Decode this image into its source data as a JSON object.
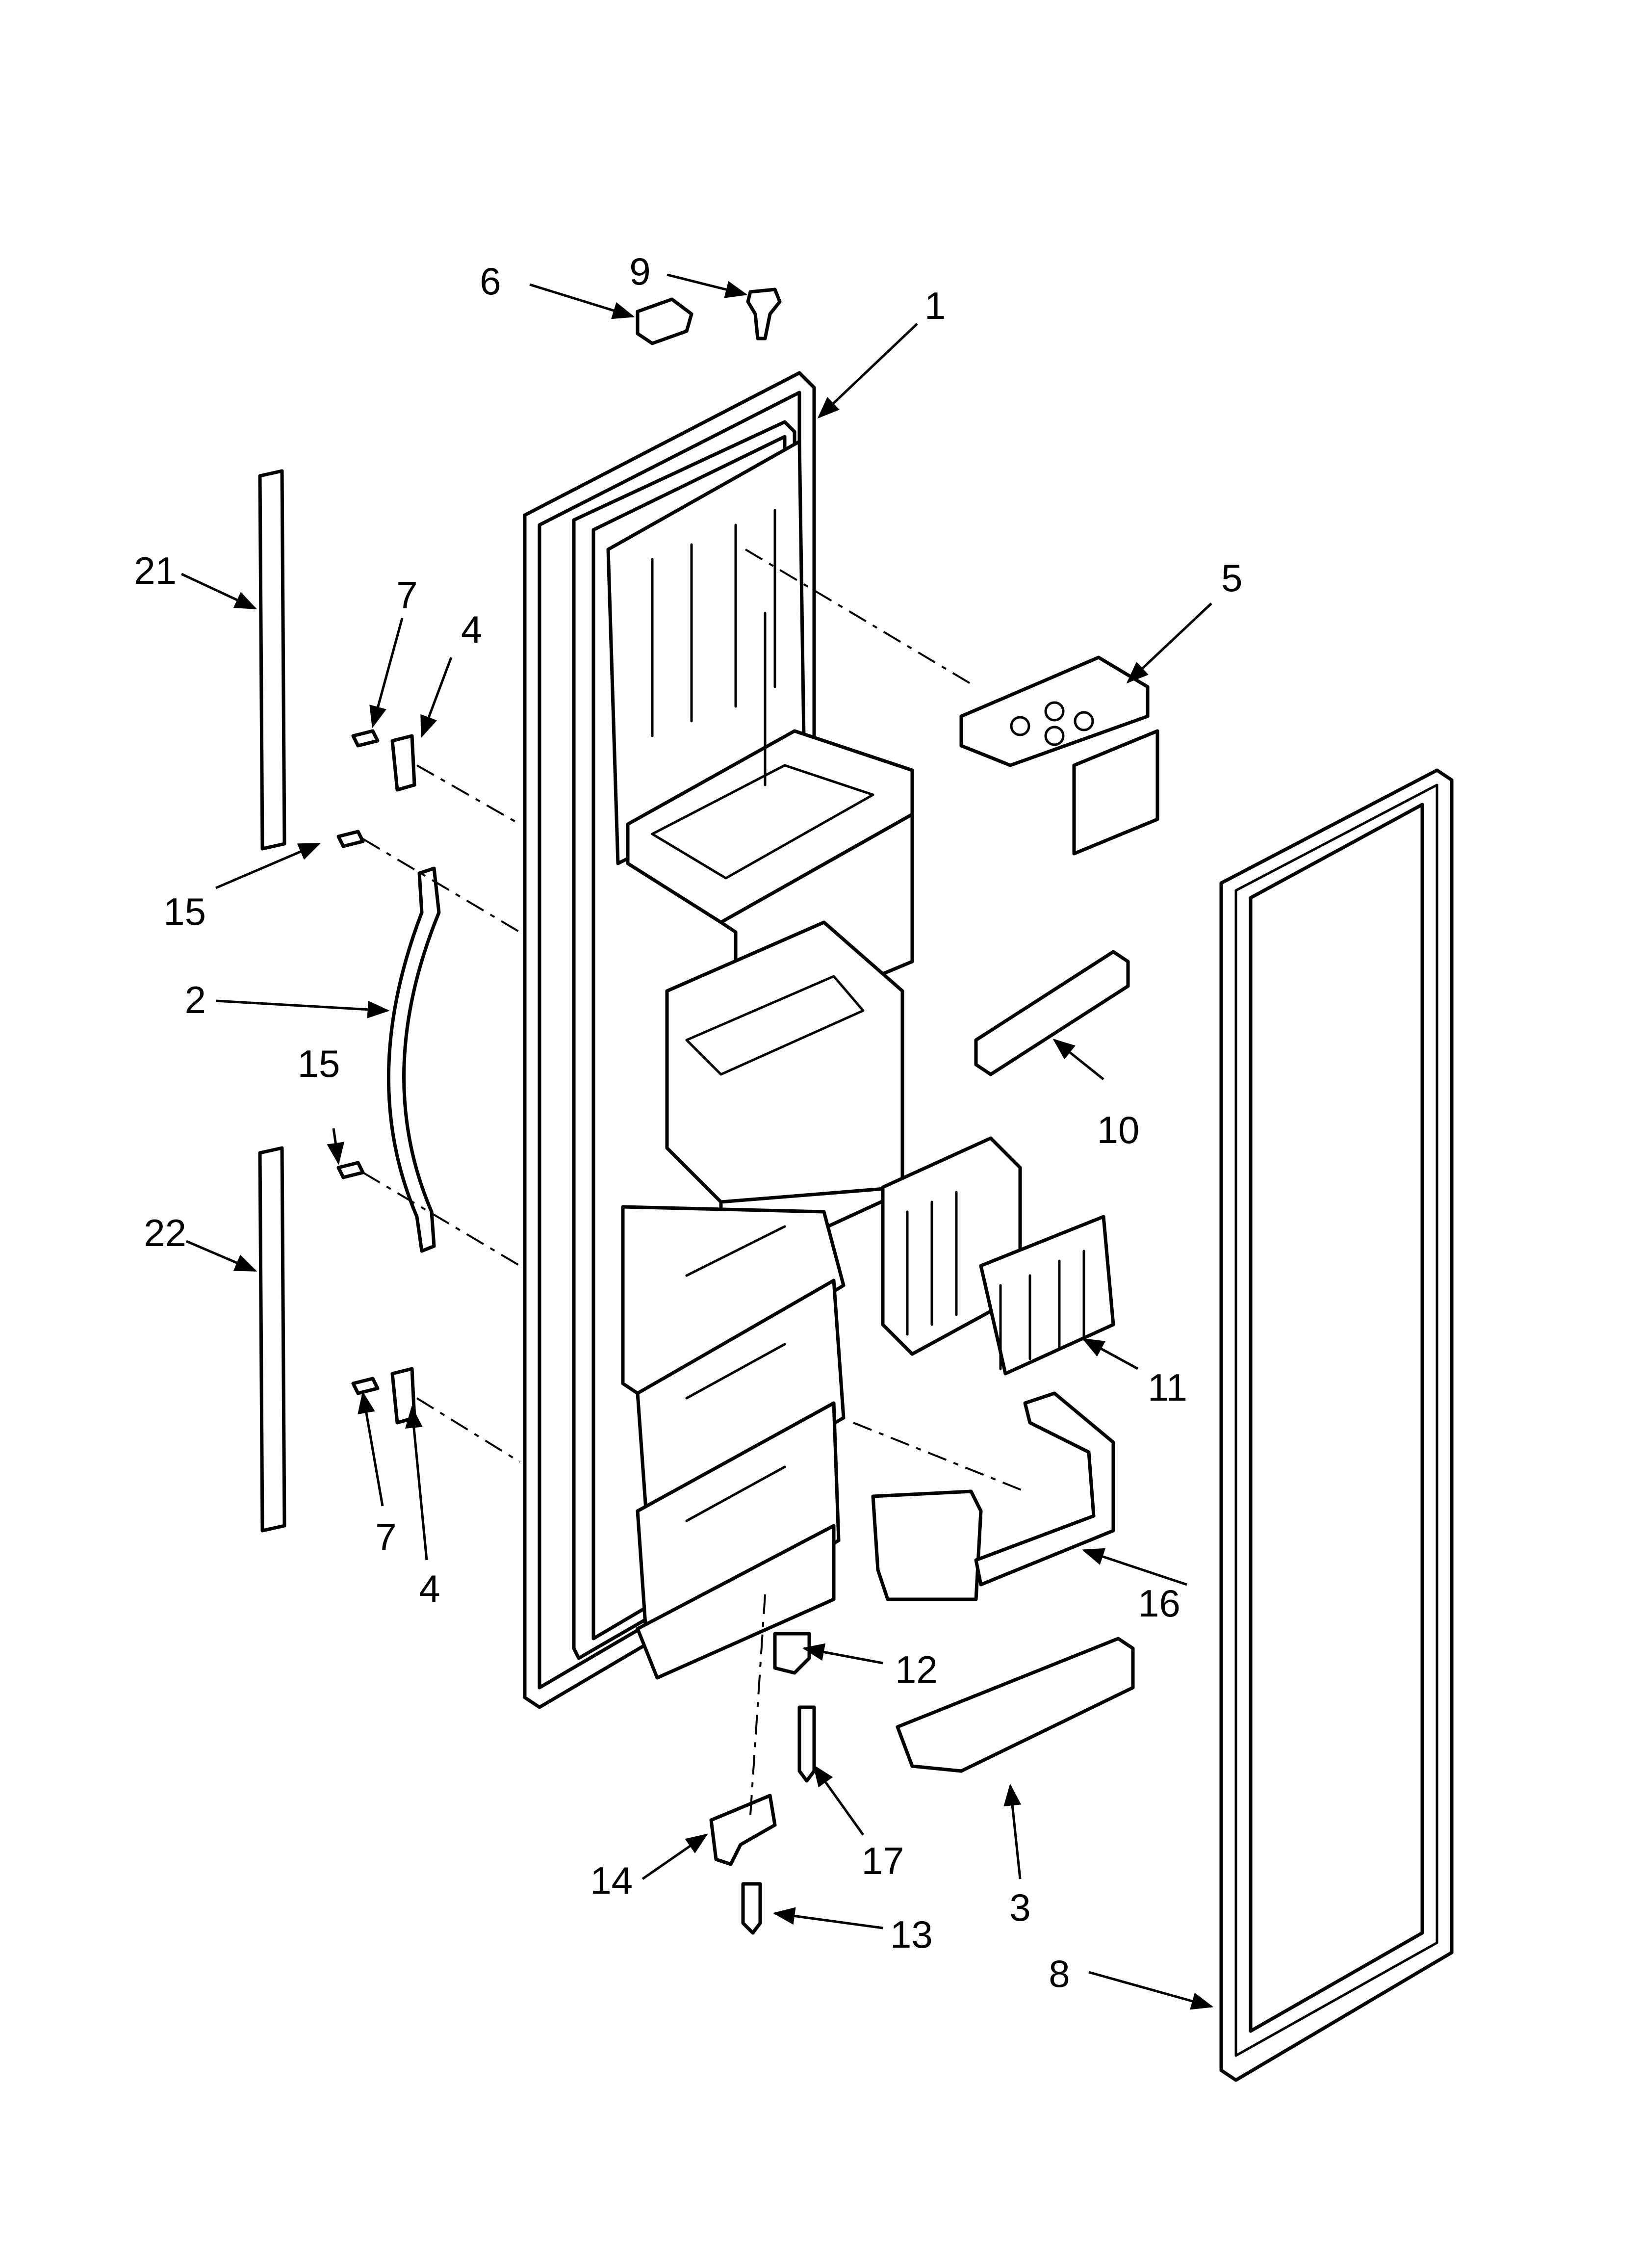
{
  "diagram": {
    "callouts": [
      {
        "id": "c1",
        "label": "1"
      },
      {
        "id": "c2",
        "label": "2"
      },
      {
        "id": "c3",
        "label": "3"
      },
      {
        "id": "c4a",
        "label": "4"
      },
      {
        "id": "c4b",
        "label": "4"
      },
      {
        "id": "c5",
        "label": "5"
      },
      {
        "id": "c6",
        "label": "6"
      },
      {
        "id": "c7a",
        "label": "7"
      },
      {
        "id": "c7b",
        "label": "7"
      },
      {
        "id": "c8",
        "label": "8"
      },
      {
        "id": "c9",
        "label": "9"
      },
      {
        "id": "c10",
        "label": "10"
      },
      {
        "id": "c11",
        "label": "11"
      },
      {
        "id": "c12",
        "label": "12"
      },
      {
        "id": "c13",
        "label": "13"
      },
      {
        "id": "c14",
        "label": "14"
      },
      {
        "id": "c15a",
        "label": "15"
      },
      {
        "id": "c15b",
        "label": "15"
      },
      {
        "id": "c16",
        "label": "16"
      },
      {
        "id": "c17",
        "label": "17"
      },
      {
        "id": "c21",
        "label": "21"
      },
      {
        "id": "c22",
        "label": "22"
      }
    ]
  }
}
